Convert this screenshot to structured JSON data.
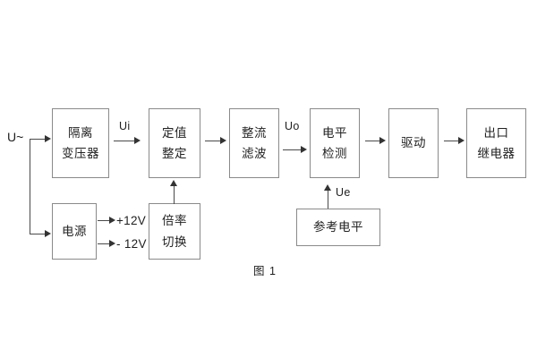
{
  "diagram": {
    "caption": "图 1",
    "input_label": "U~",
    "blocks": [
      {
        "id": "isolation-transformer",
        "lines": [
          "隔离",
          "变压器"
        ]
      },
      {
        "id": "setting-value",
        "lines": [
          "定值",
          "整定"
        ]
      },
      {
        "id": "rectify-filter",
        "lines": [
          "整流",
          "滤波"
        ]
      },
      {
        "id": "level-detection",
        "lines": [
          "电平",
          "检测"
        ]
      },
      {
        "id": "drive",
        "lines": [
          "驱动"
        ]
      },
      {
        "id": "output-relay",
        "lines": [
          "出口",
          "继电器"
        ]
      },
      {
        "id": "power-supply",
        "lines": [
          "电源"
        ]
      },
      {
        "id": "multiplier-switch",
        "lines": [
          "倍率",
          "切换"
        ]
      },
      {
        "id": "reference-level",
        "lines": [
          "参考电平"
        ]
      }
    ],
    "signals": {
      "ui": "Ui",
      "uo": "Uo",
      "ue": "Ue",
      "pos12v": "+12V",
      "neg12v": "- 12V"
    },
    "colors": {
      "box_border": "#8a8a8a",
      "wire": "#4a4a4a",
      "text": "#222222",
      "background": "#ffffff"
    }
  }
}
